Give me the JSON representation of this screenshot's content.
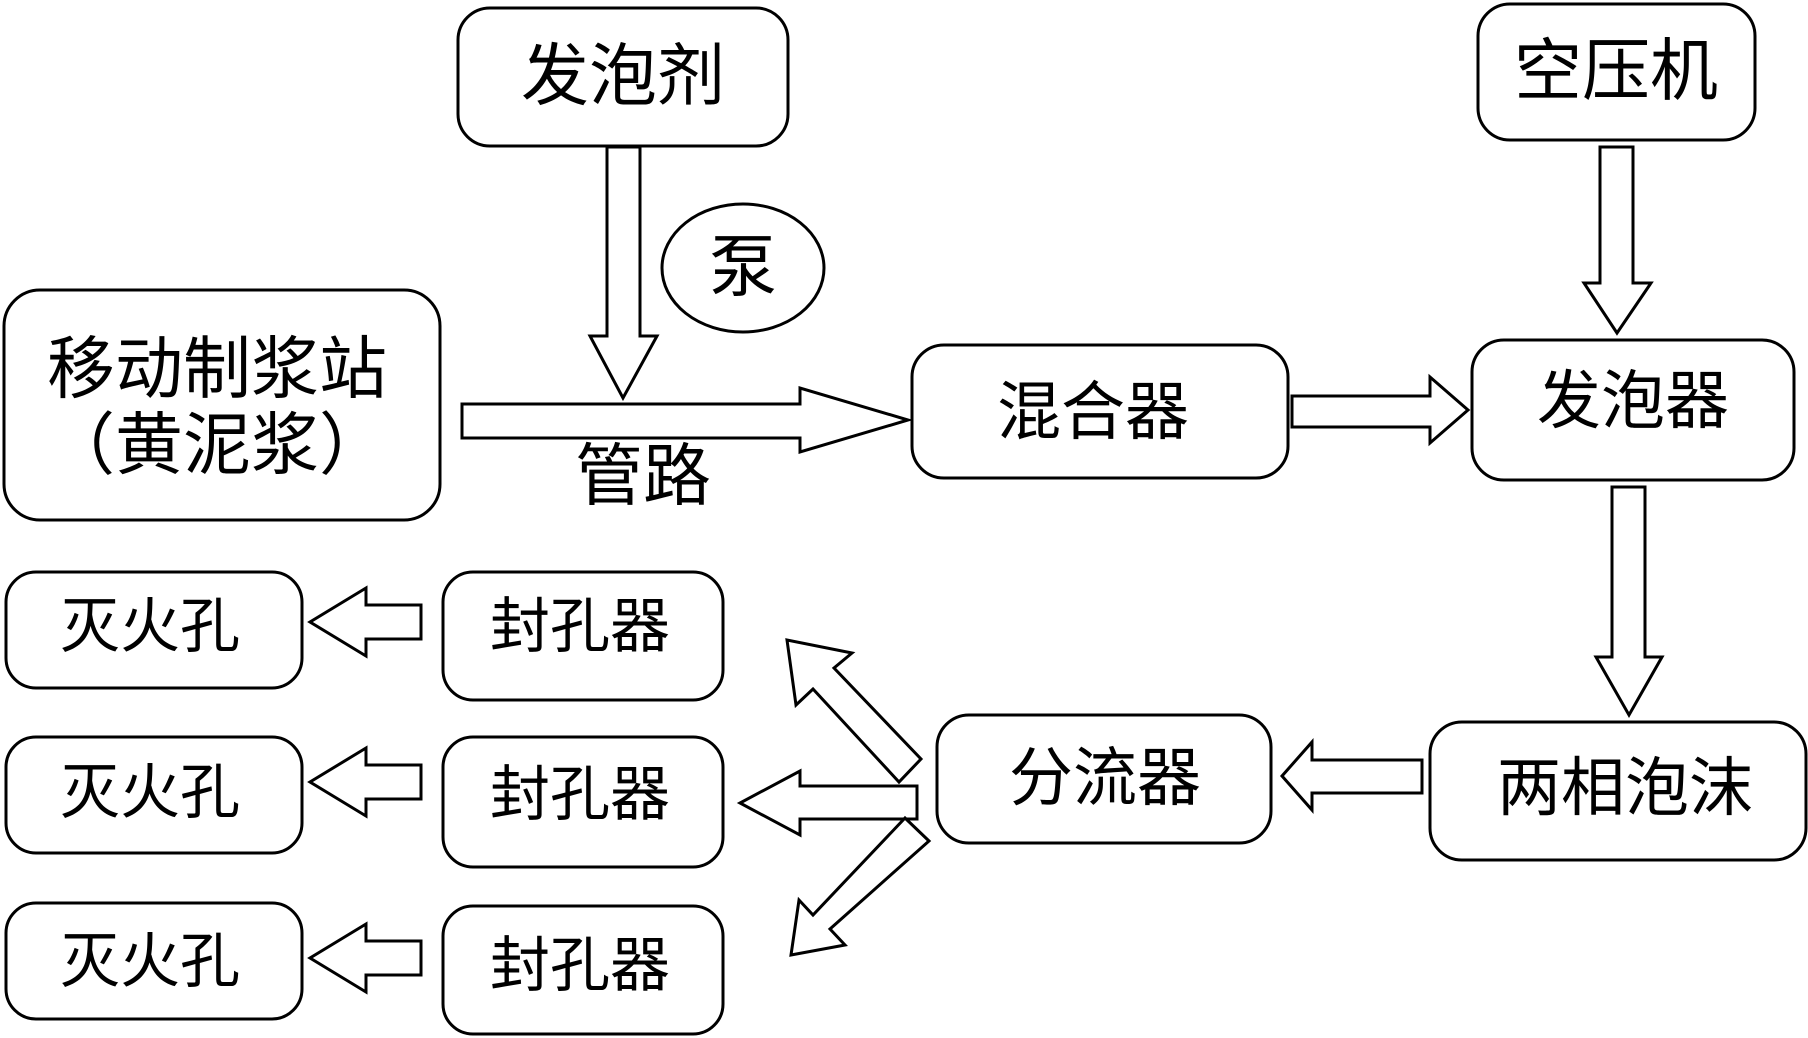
{
  "nodes": {
    "foaming_agent": "发泡剂",
    "pump": "泵",
    "air_compressor": "空压机",
    "mobile_station_line1": "移动制浆站",
    "mobile_station_line2": "（黄泥浆）",
    "pipeline": "管路",
    "mixer": "混合器",
    "foam_generator": "发泡器",
    "two_phase_foam": "两相泡沫",
    "diverter": "分流器",
    "sealers": [
      "封孔器",
      "封孔器",
      "封孔器"
    ],
    "fire_holes": [
      "灭火孔",
      "灭火孔",
      "灭火孔"
    ]
  },
  "edges": [
    {
      "from": "发泡剂",
      "to": "管路"
    },
    {
      "from": "移动制浆站",
      "to": "混合器"
    },
    {
      "from": "空压机",
      "to": "发泡器"
    },
    {
      "from": "混合器",
      "to": "发泡器"
    },
    {
      "from": "发泡器",
      "to": "两相泡沫"
    },
    {
      "from": "两相泡沫",
      "to": "分流器"
    },
    {
      "from": "分流器",
      "to": "封孔器",
      "index": 0
    },
    {
      "from": "分流器",
      "to": "封孔器",
      "index": 1
    },
    {
      "from": "分流器",
      "to": "封孔器",
      "index": 2
    },
    {
      "from": "封孔器",
      "to": "灭火孔",
      "index": 0
    },
    {
      "from": "封孔器",
      "to": "灭火孔",
      "index": 1
    },
    {
      "from": "封孔器",
      "to": "灭火孔",
      "index": 2
    }
  ]
}
